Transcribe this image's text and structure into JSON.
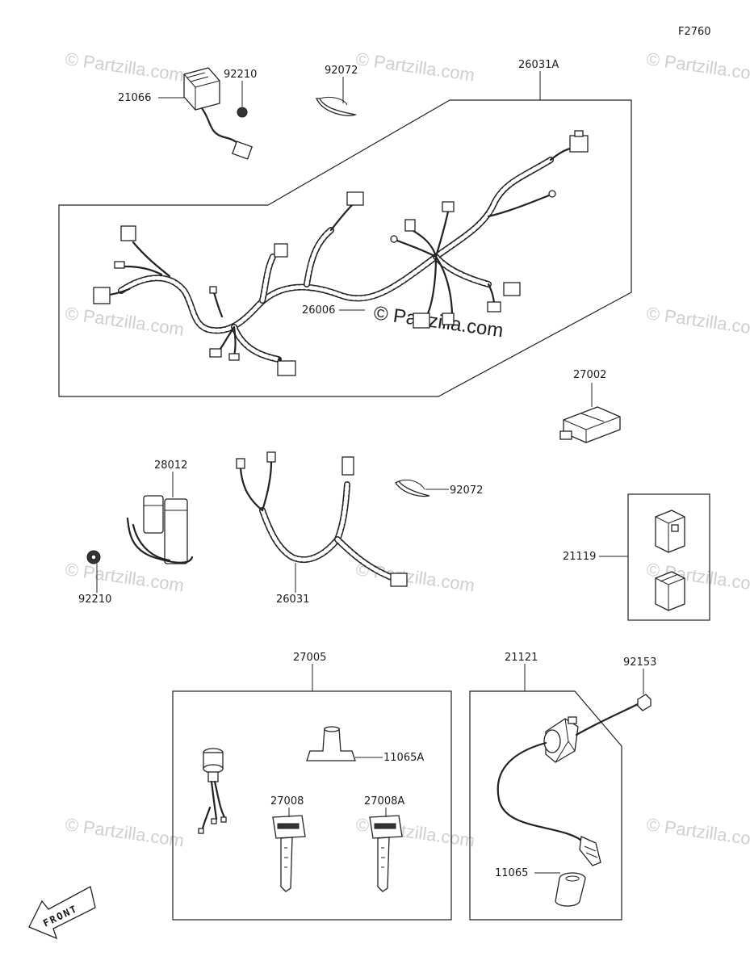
{
  "diagram": {
    "code": "F2760",
    "watermark_text": "© Partzilla.com",
    "watermark_main": "© Partzilla.com",
    "front_label": "FRONT",
    "parts": {
      "p21066": "21066",
      "p92210a": "92210",
      "p92072a": "92072",
      "p26031A": "26031A",
      "p26006": "26006",
      "p27002": "27002",
      "p28012": "28012",
      "p92210b": "92210",
      "p26031": "26031",
      "p92072b": "92072",
      "p21119": "21119",
      "p27005": "27005",
      "p11065A": "11065A",
      "p27008": "27008",
      "p27008A": "27008A",
      "p21121": "21121",
      "p92153": "92153",
      "p11065": "11065"
    }
  }
}
